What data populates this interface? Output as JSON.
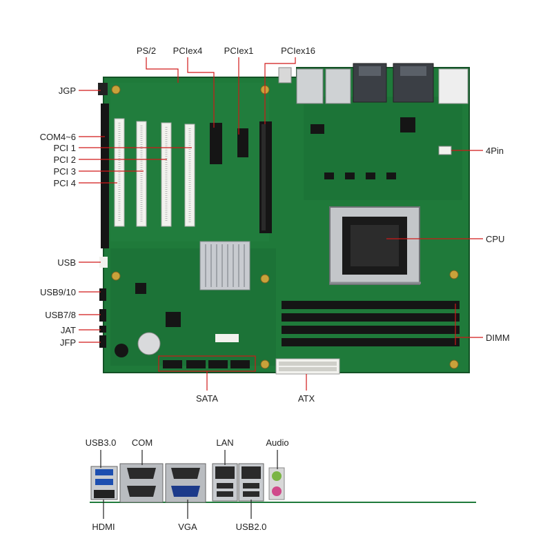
{
  "colors": {
    "pcb": "#1f7a3a",
    "pcb_dark": "#135226",
    "leader": "#d01818",
    "slot_white": "#f2f2ee",
    "slot_black": "#151515",
    "heatsink": "#c8cbd0",
    "gold": "#c9a23a"
  },
  "board_labels": {
    "ps2": "PS/2",
    "pciex4": "PCIex4",
    "pciex1": "PCIex1",
    "pciex16": "PCIex16",
    "jgp": "JGP",
    "com4_6": "COM4~6",
    "pci1": "PCI 1",
    "pci2": "PCI 2",
    "pci3": "PCI 3",
    "pci4": "PCI 4",
    "usb": "USB",
    "usb9_10": "USB9/10",
    "usb7_8": "USB7/8",
    "jat": "JAT",
    "jfp": "JFP",
    "four_pin": "4Pin",
    "cpu": "CPU",
    "dimm": "DIMM",
    "sata": "SATA",
    "atx": "ATX"
  },
  "io_labels": {
    "usb30": "USB3.0",
    "com": "COM",
    "lan": "LAN",
    "audio": "Audio",
    "hdmi": "HDMI",
    "vga": "VGA",
    "usb20": "USB2.0"
  },
  "icons": [
    "board-image",
    "io-panel-image"
  ]
}
